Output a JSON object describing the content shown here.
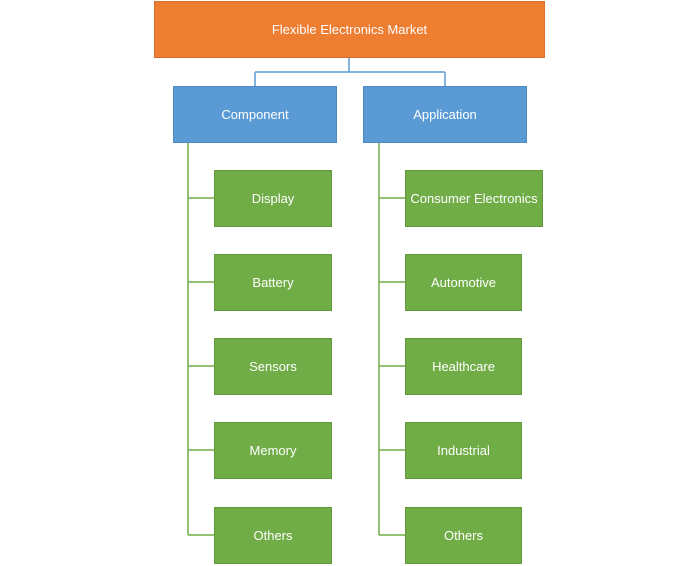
{
  "root": {
    "label": "Flexible Electronics Market"
  },
  "categories": [
    {
      "label": "Component",
      "items": [
        "Display",
        "Battery",
        "Sensors",
        "Memory",
        "Others"
      ]
    },
    {
      "label": "Application",
      "items": [
        "Consumer Electronics",
        "Automotive",
        "Healthcare",
        "Industrial",
        "Others"
      ]
    }
  ],
  "colors": {
    "root": "#ed7d31",
    "category": "#5b9bd5",
    "leaf": "#70ad47",
    "root_connector": "#5b9bd5",
    "leaf_connector": "#70ad47"
  }
}
